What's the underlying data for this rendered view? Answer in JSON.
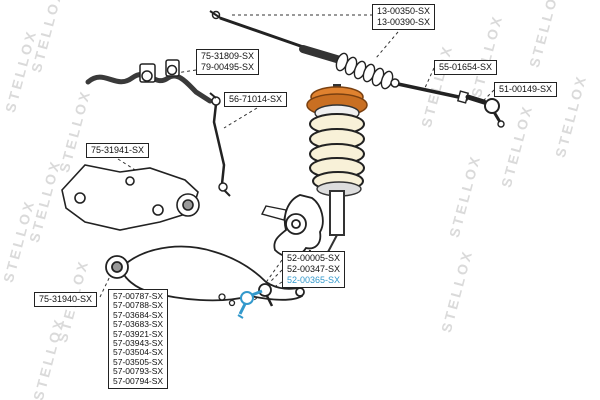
{
  "watermark": {
    "text": "STELLOX"
  },
  "colors": {
    "highlight": "#3399cc",
    "mount_orange": "#e0822f",
    "mount_dark": "#c96f22",
    "spring_fill": "#f8f1d8"
  },
  "labels": {
    "rack": {
      "line1": "13-00350-SX",
      "line2": "13-00390-SX"
    },
    "stabilizer_bushings": {
      "line1": "75-31809-SX",
      "line2": "79-00495-SX"
    },
    "axial_rod": "55-01654-SX",
    "tie_rod_end": "51-00149-SX",
    "stabilizer_link": "56-71014-SX",
    "arm_rear_bushing": "75-31941-SX",
    "arm_front_bushing": "75-31940-SX",
    "ball_joints": {
      "line1": "52-00005-SX",
      "line2": "52-00347-SX",
      "line3": "52-00365-SX"
    },
    "control_arms": [
      "57-00787-SX",
      "57-00788-SX",
      "57-03684-SX",
      "57-03683-SX",
      "57-03921-SX",
      "57-03943-SX",
      "57-03504-SX",
      "57-03505-SX",
      "57-00793-SX",
      "57-00794-SX"
    ]
  }
}
